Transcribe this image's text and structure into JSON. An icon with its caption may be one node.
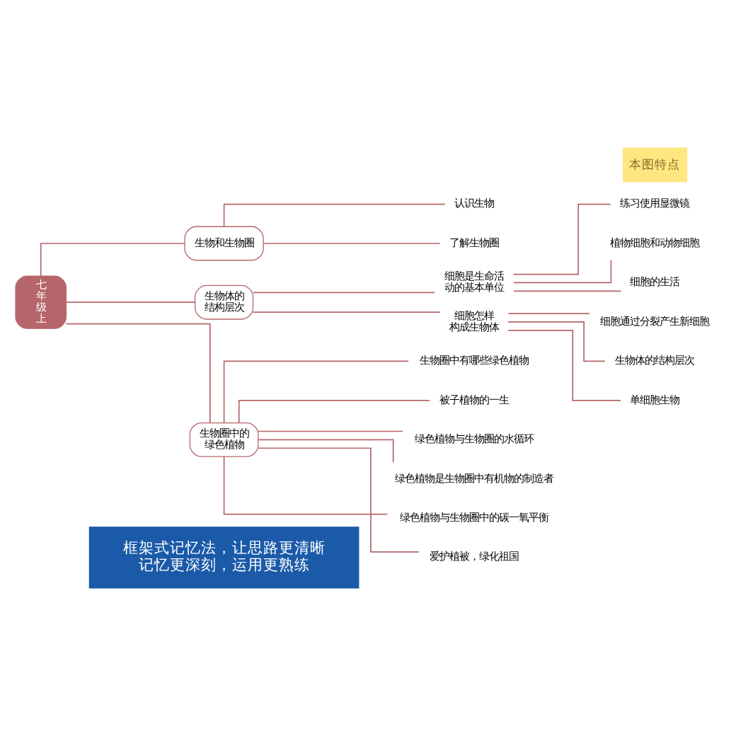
{
  "diagram": {
    "nodes": [
      {
        "text": [
          "七年级上"
        ]
      },
      {
        "text": [
          "生物和生物圈"
        ]
      },
      {
        "text": [
          "认识生物"
        ]
      },
      {
        "text": [
          "了解生物圈"
        ]
      },
      {
        "text": [
          "生物体的结构层次"
        ]
      },
      {
        "text": [
          "细胞是生命活动的基本单位"
        ]
      },
      {
        "text": [
          "练习使用显微镜"
        ]
      },
      {
        "text": [
          "植物细胞和动物细胞"
        ]
      },
      {
        "text": [
          "细胞的生活"
        ]
      },
      {
        "text": [
          "细胞怎样构成生物体"
        ]
      },
      {
        "text": [
          "细胞通过分裂产生新细胞"
        ]
      },
      {
        "text": [
          "生物体的结构层次"
        ]
      },
      {
        "text": [
          "单细胞生物"
        ]
      },
      {
        "text": [
          "生物圈中的绿色植物"
        ]
      },
      {
        "text": [
          "生物圈中有哪些绿色植物"
        ]
      },
      {
        "text": [
          "被子植物的一生"
        ]
      },
      {
        "text": [
          "绿色植物与生物圈的水循环"
        ]
      },
      {
        "text": [
          "绿色植物是生物圈中有机物的制造者"
        ]
      },
      {
        "text": [
          "绿色植物与生物圈中的碳一氧平衡"
        ]
      },
      {
        "text": [
          "爱护植被，绿化祖国"
        ]
      }
    ],
    "edges": [
      {
        "from": 0,
        "to": 1,
        "arrow": "none"
      },
      {
        "from": 0,
        "to": 4,
        "arrow": "none"
      },
      {
        "from": 0,
        "to": 13,
        "arrow": "none"
      },
      {
        "from": 1,
        "to": 2,
        "arrow": "none"
      },
      {
        "from": 1,
        "to": 3,
        "arrow": "none"
      },
      {
        "from": 4,
        "to": 5,
        "arrow": "none"
      },
      {
        "from": 4,
        "to": 9,
        "arrow": "none"
      },
      {
        "from": 5,
        "to": 6,
        "arrow": "none"
      },
      {
        "from": 5,
        "to": 7,
        "arrow": "none"
      },
      {
        "from": 5,
        "to": 8,
        "arrow": "none"
      },
      {
        "from": 9,
        "to": 10,
        "arrow": "none"
      },
      {
        "from": 9,
        "to": 11,
        "arrow": "none"
      },
      {
        "from": 9,
        "to": 12,
        "arrow": "none"
      },
      {
        "from": 13,
        "to": 14,
        "arrow": "none"
      },
      {
        "from": 13,
        "to": 15,
        "arrow": "none"
      },
      {
        "from": 13,
        "to": 16,
        "arrow": "none"
      },
      {
        "from": 13,
        "to": 17,
        "arrow": "none"
      },
      {
        "from": 13,
        "to": 18,
        "arrow": "none"
      },
      {
        "from": 13,
        "to": 19,
        "arrow": "none"
      }
    ],
    "labels": [
      "本图特点",
      "框架式记忆法，让思路更清晰",
      "记忆更深刻，运用更熟练"
    ]
  }
}
